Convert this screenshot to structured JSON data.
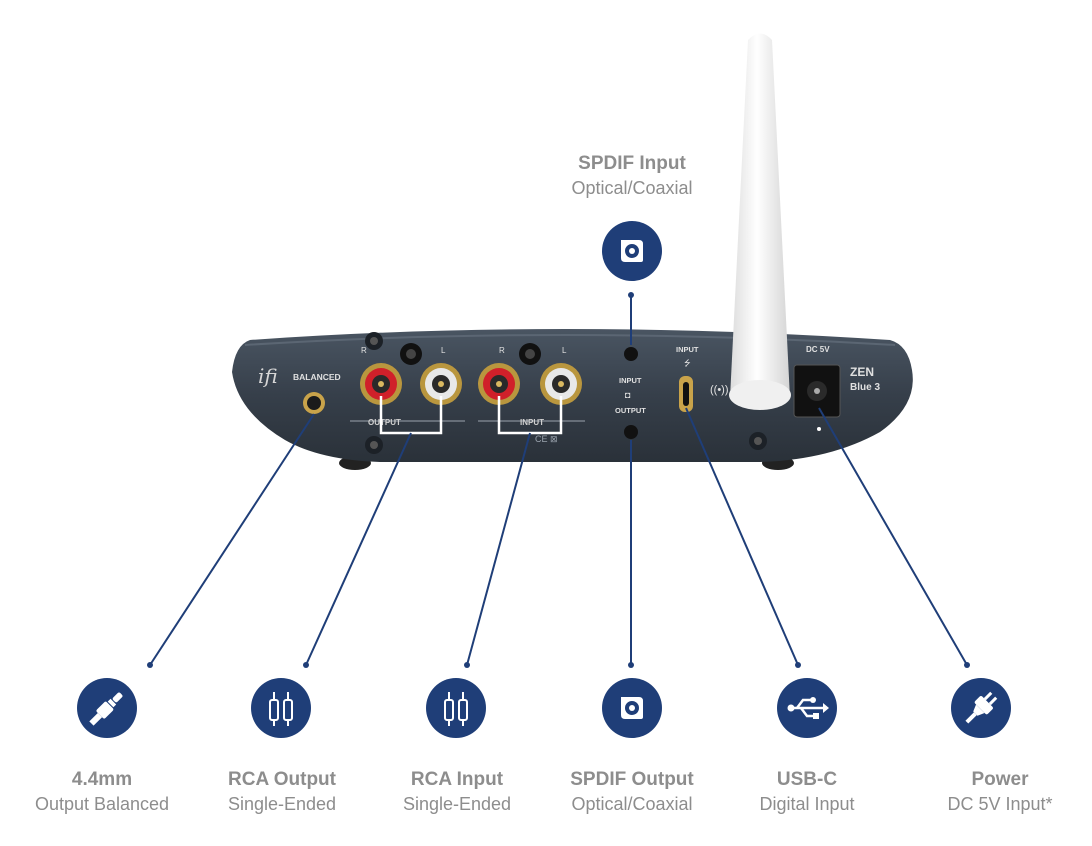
{
  "device": {
    "brand_logo": "ifi",
    "model_line1": "ZEN",
    "model_line2": "Blue 3",
    "panel_labels": {
      "balanced": "BALANCED",
      "r1": "R",
      "l1": "L",
      "r2": "R",
      "l2": "L",
      "output": "OUTPUT",
      "input": "INPUT",
      "spdif_in": "INPUT",
      "spdif_out": "OUTPUT",
      "usb_input": "INPUT",
      "dc": "DC 5V"
    }
  },
  "top_callout": {
    "title": "SPDIF Input",
    "subtitle": "Optical/Coaxial",
    "icon": "spdif-icon"
  },
  "callouts": [
    {
      "title": "4.4mm",
      "subtitle": "Output Balanced",
      "icon": "headphone-jack-icon"
    },
    {
      "title": "RCA Output",
      "subtitle": "Single-Ended",
      "icon": "rca-plug-icon"
    },
    {
      "title": "RCA Input",
      "subtitle": "Single-Ended",
      "icon": "rca-plug-icon"
    },
    {
      "title": "SPDIF Output",
      "subtitle": "Optical/Coaxial",
      "icon": "spdif-icon"
    },
    {
      "title": "USB-C",
      "subtitle": "Digital Input",
      "icon": "usb-icon"
    },
    {
      "title": "Power",
      "subtitle": "DC 5V Input*",
      "icon": "power-plug-icon"
    }
  ],
  "colors": {
    "accent": "#1f3e78",
    "text": "#8d8d8d",
    "device_body": "#3a4450",
    "rca_red": "#d0202a",
    "rca_white": "#e8e8e8",
    "antenna": "#f4f4f4"
  }
}
